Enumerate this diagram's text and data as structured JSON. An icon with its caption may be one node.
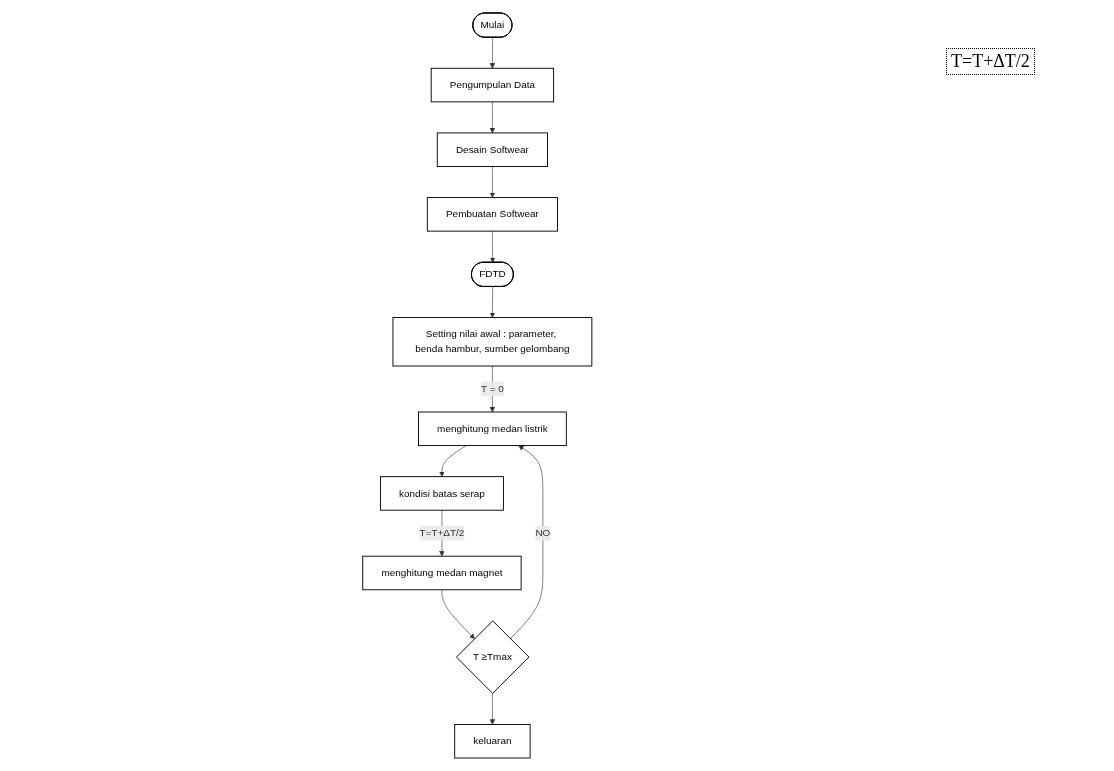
{
  "diagram": {
    "nodes": [
      {
        "text": [
          "Mulai"
        ]
      },
      {
        "text": [
          "Pengumpulan Data"
        ]
      },
      {
        "text": [
          "Desain Softwear"
        ]
      },
      {
        "text": [
          "Pembuatan Softwear"
        ]
      },
      {
        "text": [
          "FDTD"
        ]
      },
      {
        "text": [
          "Setting nilai awal : parameter, benda hambur, sumber gelombang"
        ]
      },
      {
        "text": [
          "menghitung medan listrik"
        ]
      },
      {
        "text": [
          "kondisi batas serap"
        ]
      },
      {
        "text": [
          "menghitung medan magnet"
        ]
      },
      {
        "text": [
          "T ≥Tmax"
        ]
      },
      {
        "text": [
          "keluaran"
        ]
      }
    ],
    "edges": [
      {
        "from": 0,
        "to": 1,
        "arrow": "to"
      },
      {
        "from": 1,
        "to": 2,
        "arrow": "to"
      },
      {
        "from": 2,
        "to": 3,
        "arrow": "to"
      },
      {
        "from": 3,
        "to": 4,
        "arrow": "to"
      },
      {
        "from": 4,
        "to": 5,
        "arrow": "to"
      },
      {
        "from": 5,
        "to": 6,
        "arrow": "to",
        "label": "T = 0"
      },
      {
        "from": 6,
        "to": 7,
        "arrow": "to"
      },
      {
        "from": 7,
        "to": 8,
        "arrow": "to",
        "label": "T=T+ΔT/2"
      },
      {
        "from": 8,
        "to": 9,
        "arrow": "to"
      },
      {
        "from": 9,
        "to": 10,
        "arrow": "to"
      },
      {
        "from": 9,
        "to": 6,
        "arrow": "to",
        "label": "NO"
      }
    ],
    "labels": [
      "T=T+ΔT/2"
    ]
  }
}
